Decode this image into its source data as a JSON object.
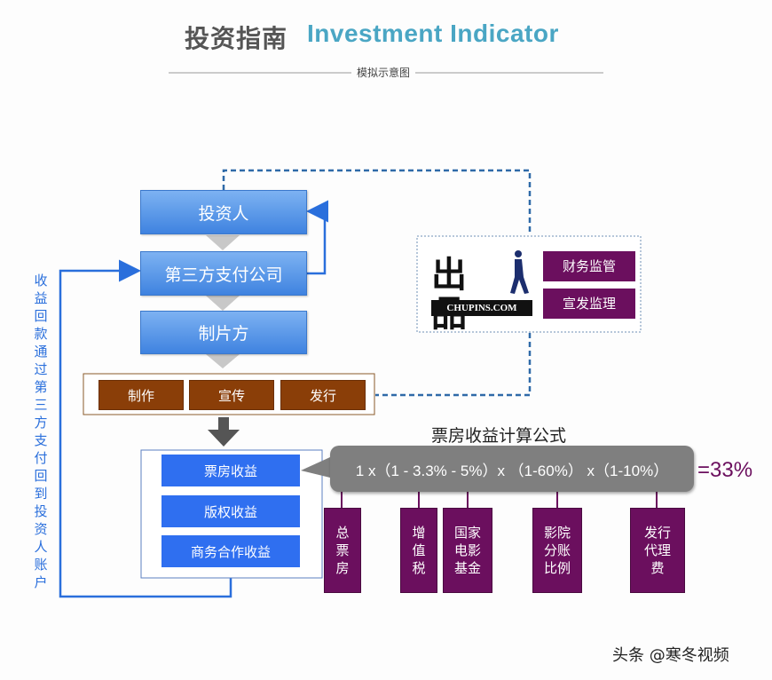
{
  "title": {
    "cn": "投资指南",
    "en": "Investment Indicator"
  },
  "subtitle": "模拟示意图",
  "flow": {
    "investor": "投资人",
    "payment_company": "第三方支付公司",
    "producer": "制片方",
    "stages": [
      "制作",
      "宣传",
      "发行"
    ]
  },
  "return_label": "收益回款通过第三方支付回到投资人账户",
  "chupin": {
    "logo_cn": "出品",
    "logo_en": "CHUPINS.COM",
    "items": [
      "财务监管",
      "宣发监理"
    ]
  },
  "revenue": [
    "票房收益",
    "版权收益",
    "商务合作收益"
  ],
  "formula": {
    "title": "票房收益计算公式",
    "expression": "1 x（1 - 3.3% - 5%）x （1-60%） x（1-10%）",
    "result": "=33%"
  },
  "factors": [
    "总票房",
    "增值税",
    "国家电影基金",
    "影院分账比例",
    "发行代理费"
  ],
  "watermark": "头条 @寒冬视频",
  "colors": {
    "blue": "#3f83e0",
    "brown": "#8a3e08",
    "purple": "#6b0f5e",
    "title_accent": "#4aa6c4",
    "result": "#6b0f5e"
  }
}
